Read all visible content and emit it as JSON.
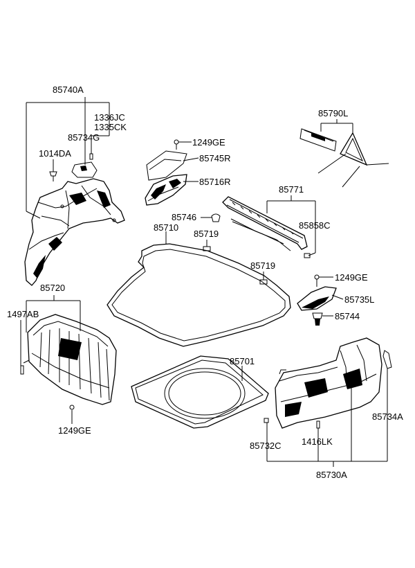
{
  "labels": {
    "p85740A": "85740A",
    "p1336JC": "1336JC",
    "p1335CK": "1335CK",
    "p85734G": "85734G",
    "p1014DA": "1014DA",
    "p1249GE_top": "1249GE",
    "p85745R": "85745R",
    "p85716R": "85716R",
    "p85790L": "85790L",
    "p85771": "85771",
    "p85746": "85746",
    "p85858C": "85858C",
    "p85710": "85710",
    "p85719_a": "85719",
    "p85719_b": "85719",
    "p85720": "85720",
    "p1497AB": "1497AB",
    "p1249GE_right": "1249GE",
    "p85735L": "85735L",
    "p85744": "85744",
    "p85701": "85701",
    "p1249GE_bottom": "1249GE",
    "p85734A": "85734A",
    "p85732C": "85732C",
    "p1416LK": "1416LK",
    "p85730A": "85730A"
  }
}
